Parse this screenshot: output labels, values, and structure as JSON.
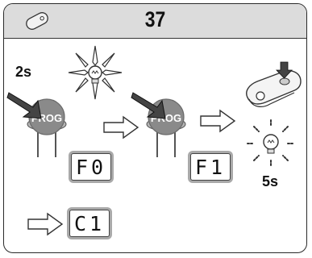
{
  "header": {
    "page_number": "37",
    "icon": "remote-control-icon"
  },
  "labels": {
    "press_duration": "2s",
    "blink_duration": "5s",
    "prog_button_1": "PROG",
    "prog_button_2": "PROG"
  },
  "displays": {
    "first": "F0",
    "second": "F1",
    "third": "C1"
  },
  "colors": {
    "header_bg": "#dcdcdc",
    "button_fill": "#8a8a8a",
    "display_frame": "#a9a9a9"
  }
}
